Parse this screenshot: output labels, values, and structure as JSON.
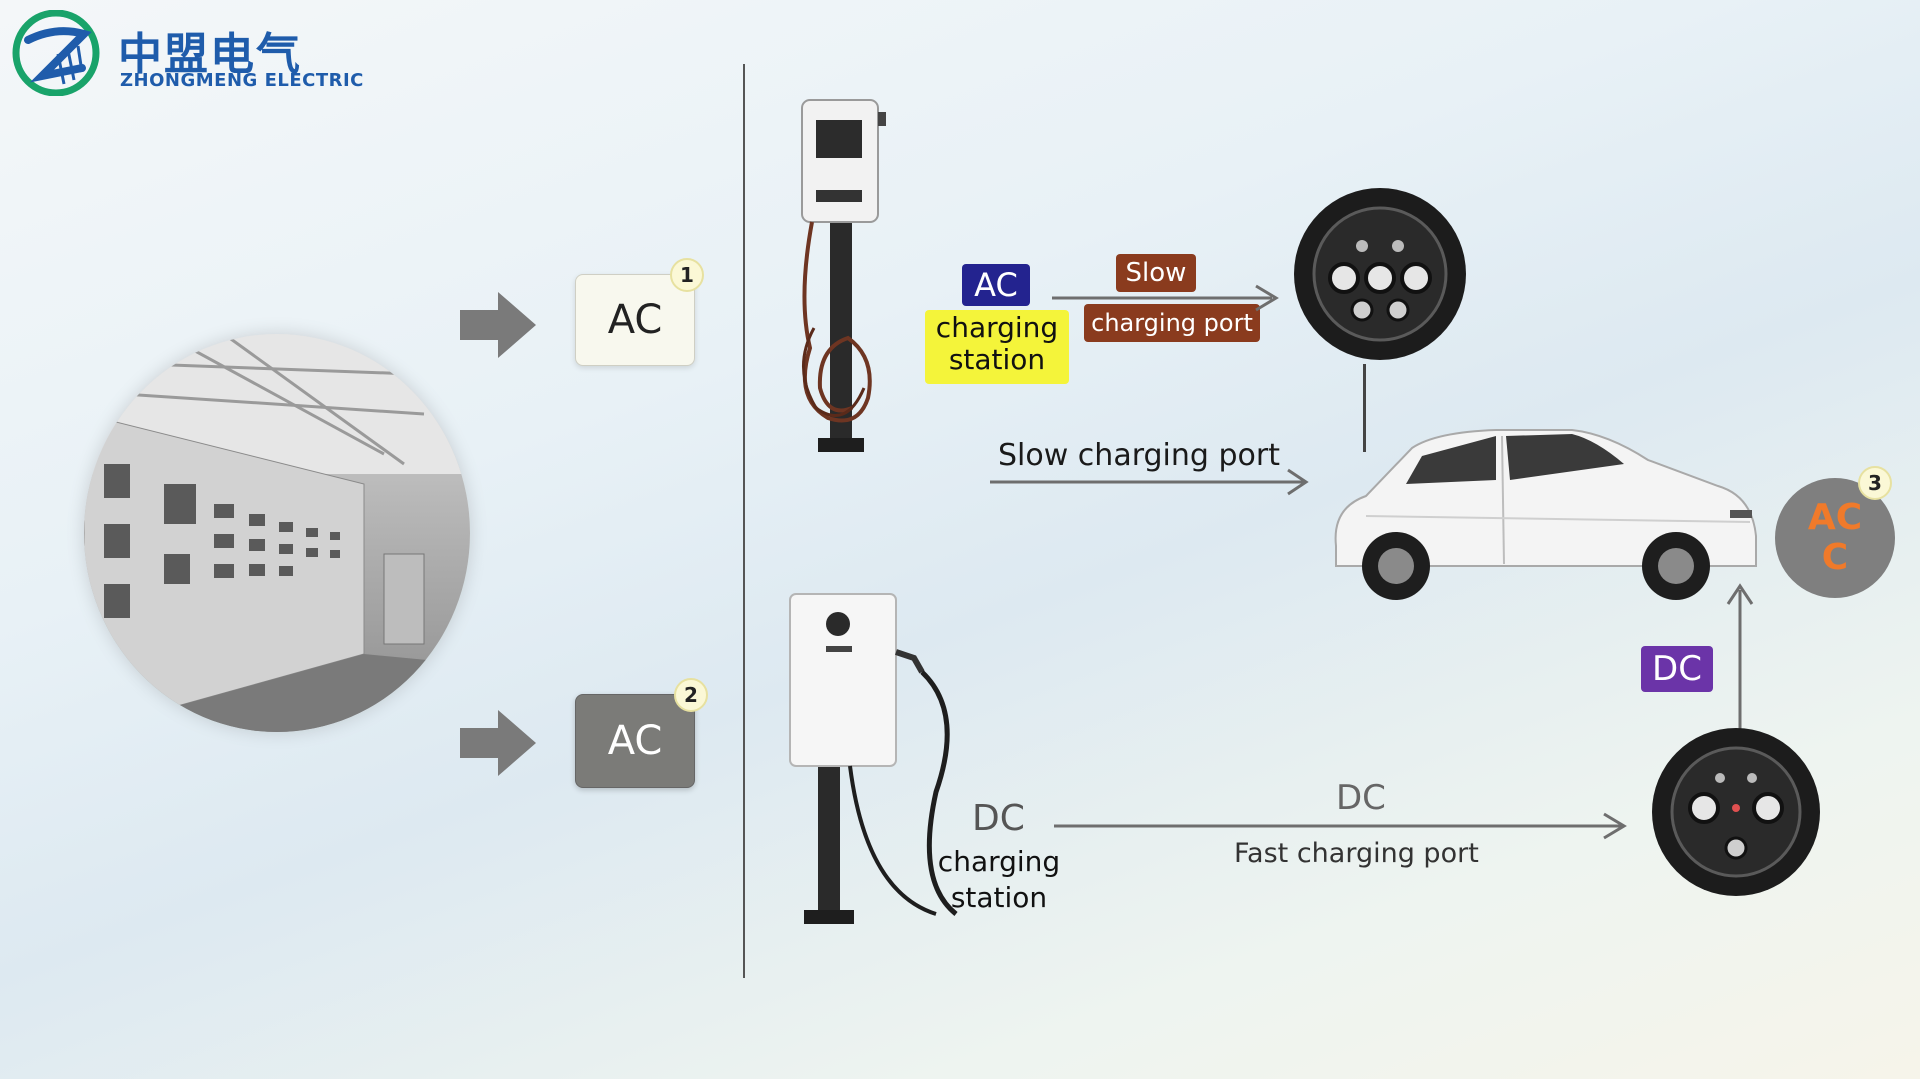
{
  "brand": {
    "name_cn": "中盟电气",
    "name_en": "ZHONGMENG ELECTRIC",
    "color": "#1f5cab",
    "logo_icon": "zm-logo-icon"
  },
  "left": {
    "photo": "switchgear-room-photo",
    "box1": {
      "label": "AC",
      "badge": "1",
      "style": "light"
    },
    "box2": {
      "label": "AC",
      "badge": "2",
      "style": "dark"
    }
  },
  "ac_flow": {
    "tag_ac": "AC",
    "station_label": "charging\nstation",
    "slow_tag": "Slow",
    "port_tag": "charging port",
    "slow_port_label": "Slow charging port"
  },
  "dc_flow": {
    "dc_label": "DC",
    "station_label": "charging\nstation",
    "arrow_top": "DC",
    "arrow_bottom": "Fast charging port",
    "tag_dc": "DC"
  },
  "car_badge": {
    "text": "AC\nC",
    "badge": "3"
  },
  "colors": {
    "ac_tag": "#23238f",
    "yellow_highlight": "#f4f43a",
    "brown_tag": "#8a3b1e",
    "purple_tag": "#6b34a8",
    "orange_text": "#f07a2a",
    "arrow_gray": "#7a7a7a"
  }
}
